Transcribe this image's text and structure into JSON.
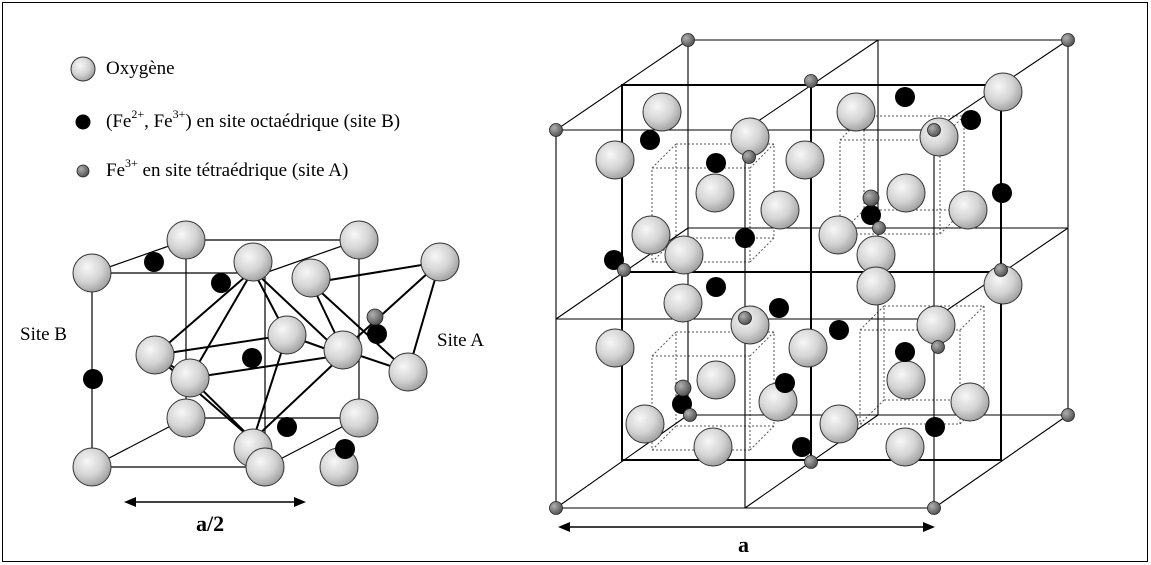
{
  "legend": {
    "oxygen": "Oxygène",
    "octa_p1": "(Fe",
    "octa_sup1": "2+",
    "octa_p2": ", Fe",
    "octa_sup2": "3+",
    "octa_p3": ") en site octaédrique (site B)",
    "tetra_p1": "Fe",
    "tetra_sup1": "3+",
    "tetra_p2": " en site tétraédrique (site A)"
  },
  "labels": {
    "site_b": "Site B",
    "site_a": "Site A",
    "dim_half": "a/2",
    "dim_full": "a"
  },
  "colors": {
    "oxygen_fill": "#d0d0d0",
    "octahedral_fill": "#000000",
    "tetrahedral_fill": "#6a6a6a",
    "line": "#000000"
  }
}
